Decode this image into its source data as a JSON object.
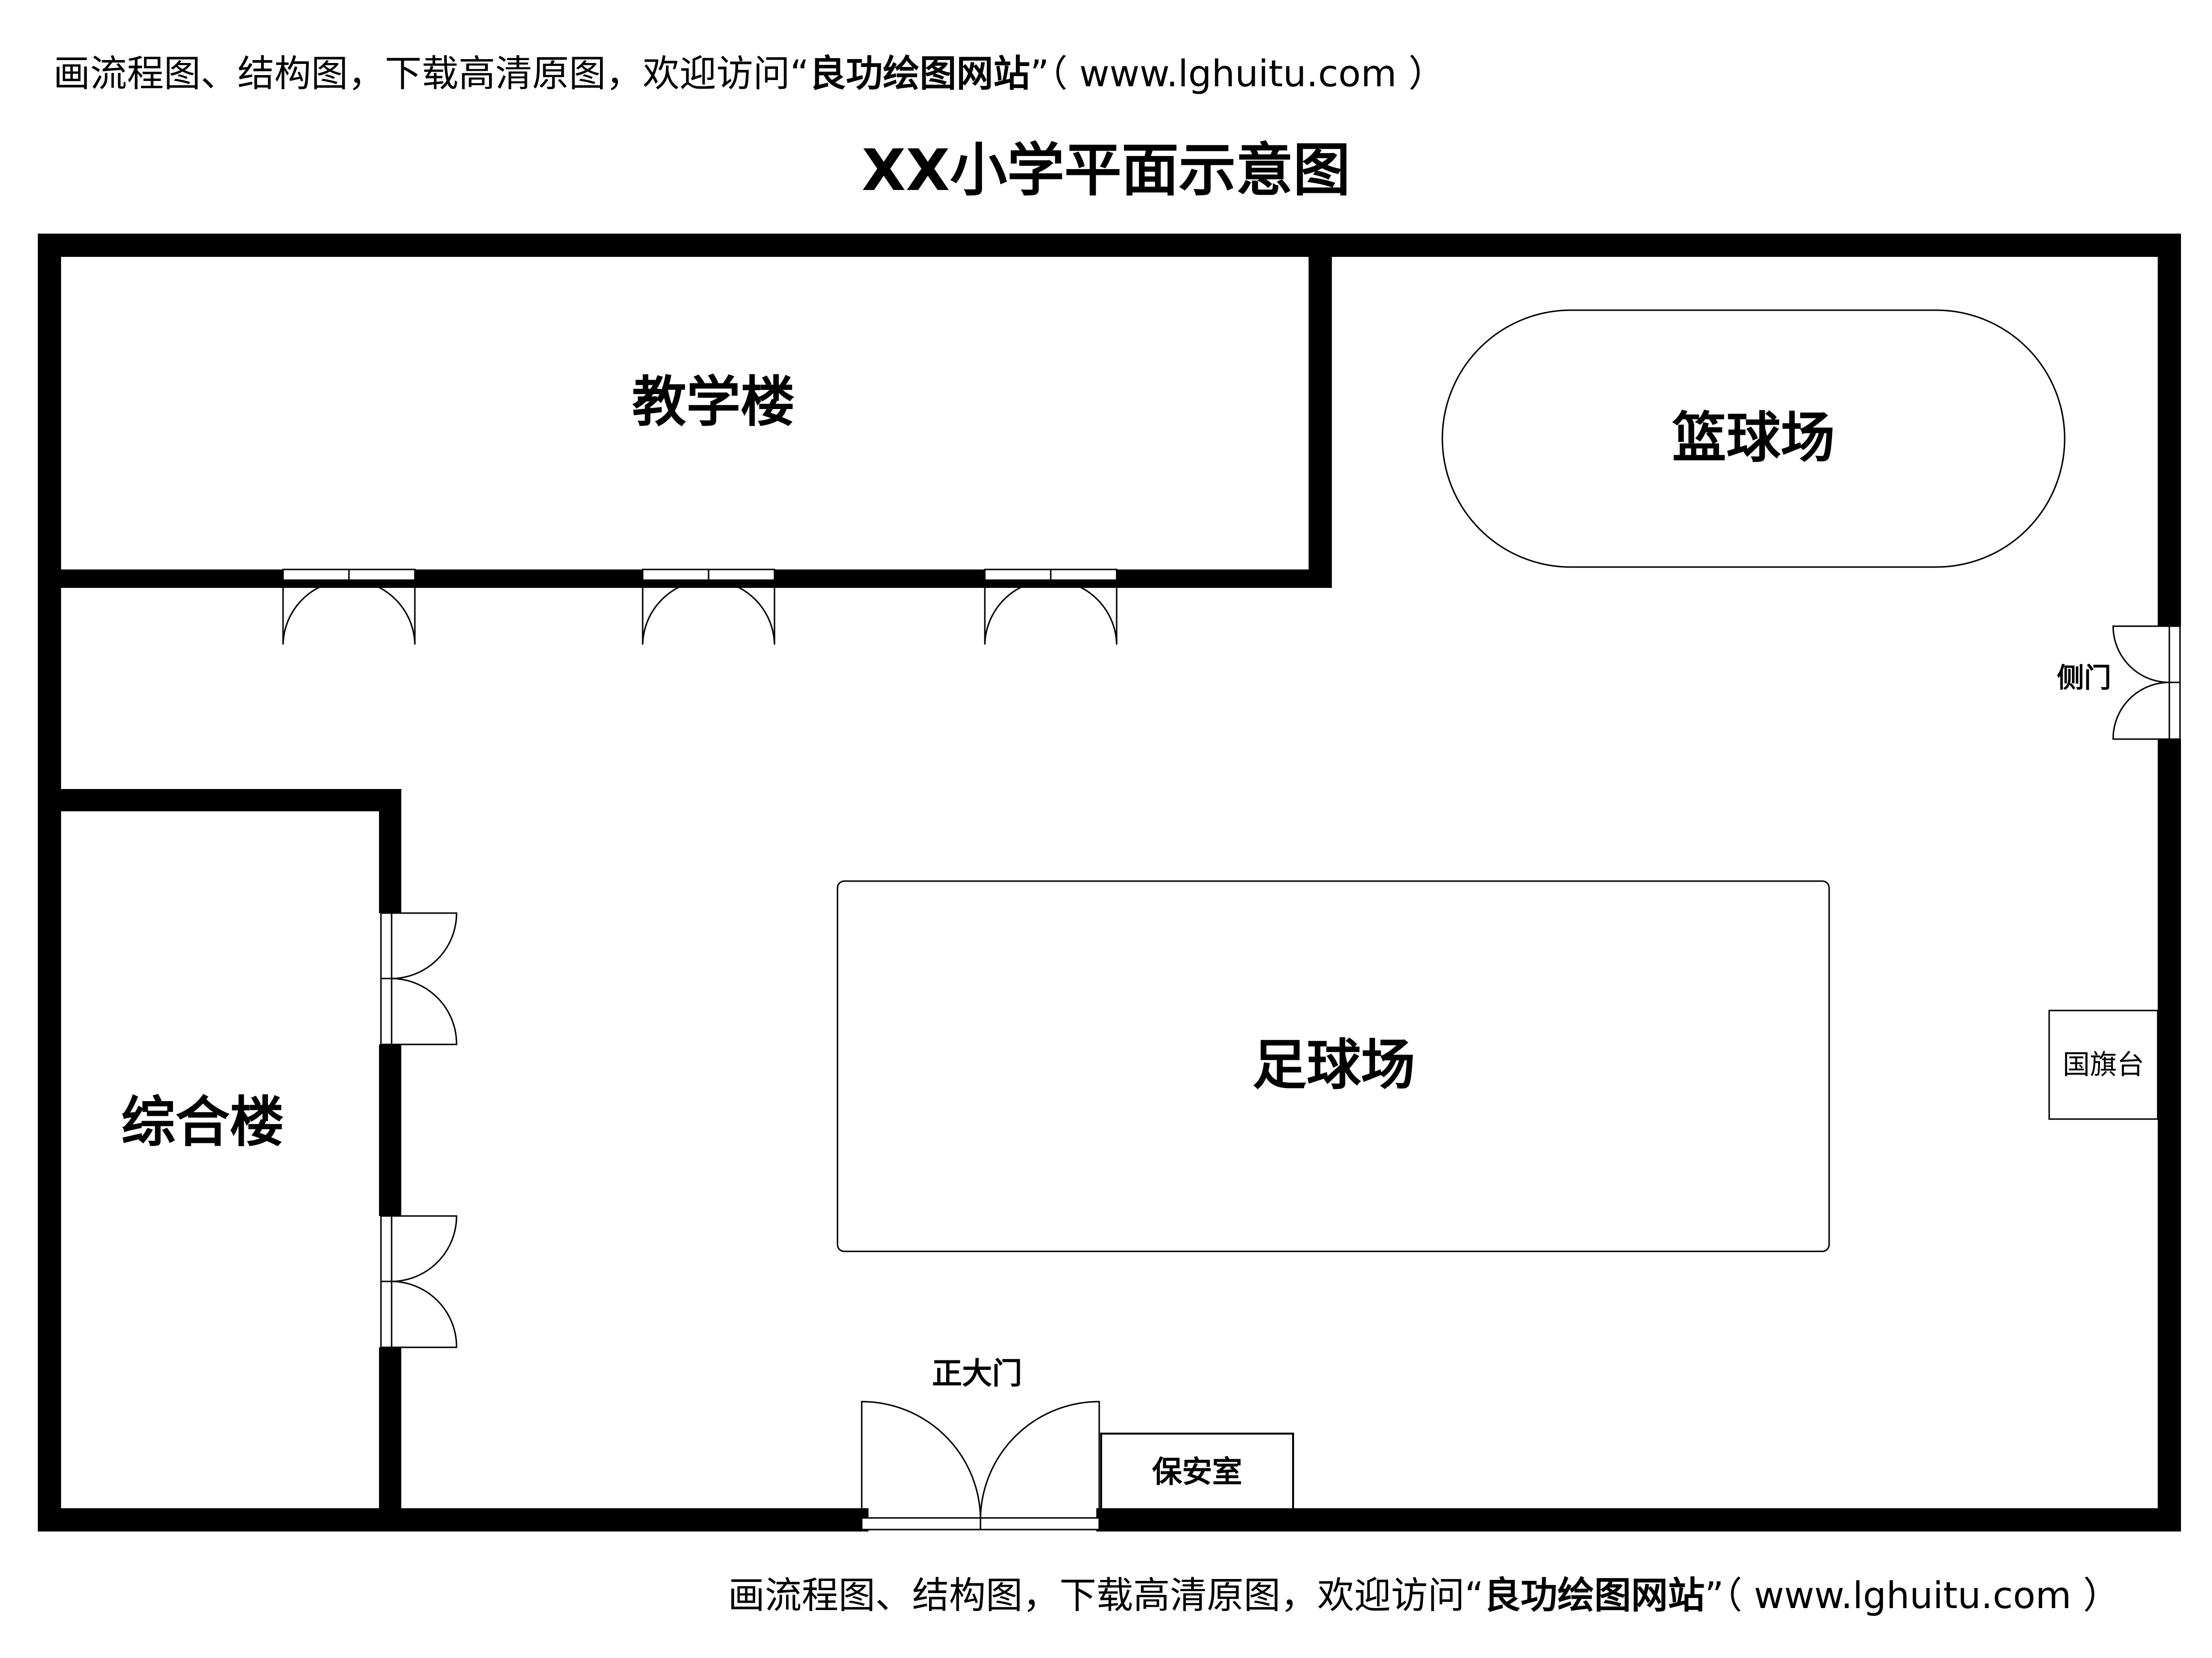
{
  "watermark": {
    "prefix": "画流程图、结构图，下载高清原图，欢迎访问“",
    "brand": "良功绘图网站",
    "suffix": "”（ www.lghuitu.com ）"
  },
  "title": "XX小学平面示意图",
  "areas": {
    "teaching_building": "教学楼",
    "basketball_court": "篮球场",
    "complex_building": "综合楼",
    "football_field": "足球场",
    "flag_platform": "国旗台",
    "security_room": "保安室"
  },
  "doors": {
    "main_gate": "正大门",
    "side_gate": "侧门"
  },
  "colors": {
    "wall": "#000000",
    "background": "#ffffff"
  }
}
